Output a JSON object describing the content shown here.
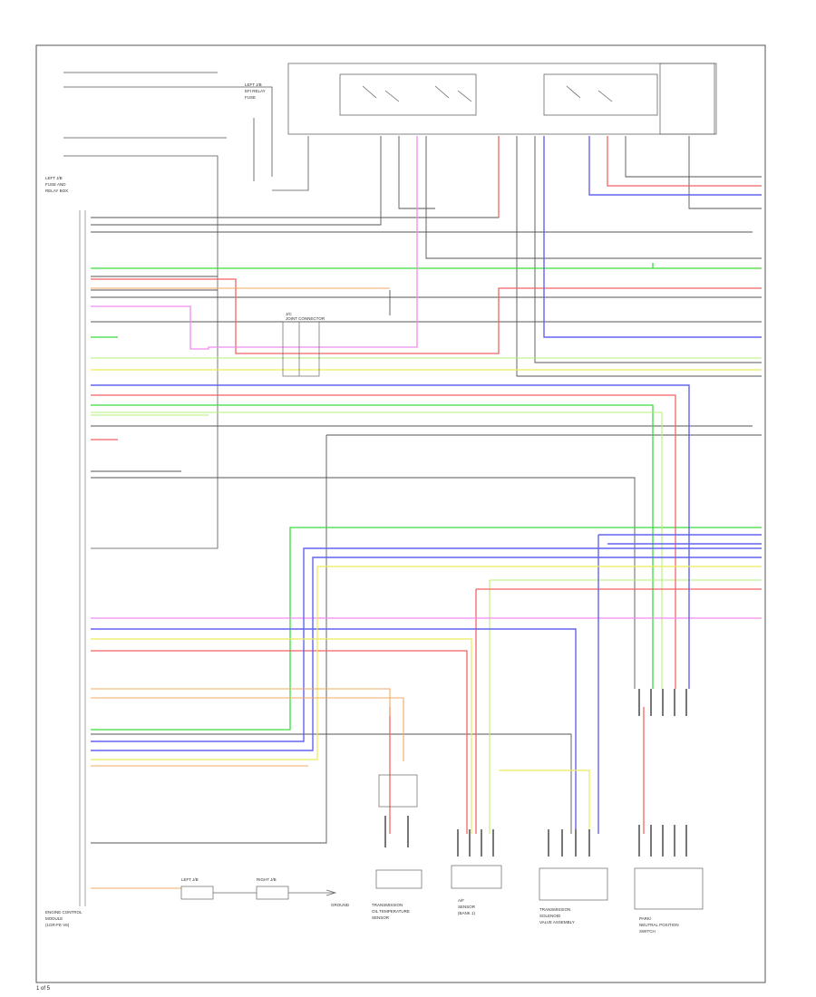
{
  "diagram": {
    "ecm_label": [
      "ENGINE CONTROL",
      "MODULE",
      "(1GR-FE V6)"
    ],
    "fuse_label_left": [
      "LEFT J/B",
      "FUSE AND",
      "RELAY BOX"
    ],
    "relay_labels": [
      "LEFT J/B",
      "EFI RELAY",
      "FUSE"
    ],
    "connector_labels": [
      "J/C",
      "JOINT CONNECTOR"
    ],
    "lower_components": [
      [
        "TRANSMISSION",
        "OIL TEMPERATURE",
        "SENSOR"
      ],
      [
        "A/F",
        "SENSOR",
        "(BANK 1)"
      ],
      [
        "TRANSMISSION",
        "SOLENOID",
        "VALVE ASSEMBLY"
      ],
      [
        "PARK/",
        "NEUTRAL POSITION",
        "SWITCH"
      ]
    ],
    "bottom_left_labels": [
      "LEFT J/B",
      "RIGHT J/B",
      "GROUND"
    ],
    "footnote": "1 of 5",
    "wire_colors": {
      "black": "#555555",
      "green": "#3cdc3c",
      "lightgreen": "#b4f078",
      "red": "#f06464",
      "pink": "#f08cf0",
      "violet": "#d25ae6",
      "blue": "#6464f0",
      "yellow": "#ebeb5a",
      "orange": "#f0aa64",
      "tan": "#c8a064"
    }
  }
}
